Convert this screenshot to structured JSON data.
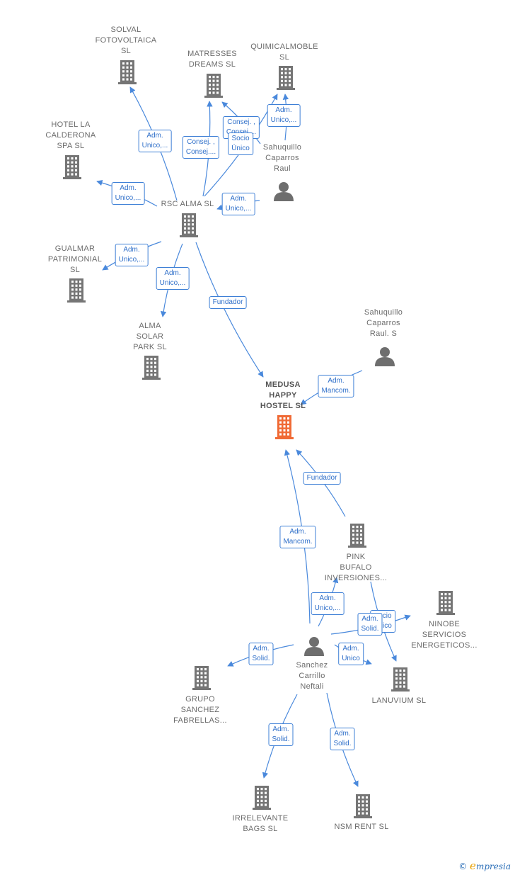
{
  "colors": {
    "edge": "#4a89dc",
    "company": "#757575",
    "focus": "#f06a35",
    "person": "#6e6e6e"
  },
  "nodes": [
    {
      "id": "solval",
      "label": "SOLVAL\nFOTOVOLTAICA\nSL",
      "type": "company"
    },
    {
      "id": "matresses",
      "label": "MATRESSES\nDREAMS  SL",
      "type": "company"
    },
    {
      "id": "quimical",
      "label": "QUIMICALMOBLE\nSL",
      "type": "company"
    },
    {
      "id": "hotel",
      "label": "HOTEL LA\nCALDERONA\nSPA  SL",
      "type": "company"
    },
    {
      "id": "sahuquillo1",
      "label": "Sahuquillo\nCaparros\nRaul",
      "type": "person"
    },
    {
      "id": "rsc",
      "label": "RSC ALMA  SL",
      "type": "company"
    },
    {
      "id": "gualmar",
      "label": "GUALMAR\nPATRIMONIAL\nSL",
      "type": "company"
    },
    {
      "id": "alma",
      "label": "ALMA\nSOLAR\nPARK  SL",
      "type": "company"
    },
    {
      "id": "sahuquillo2",
      "label": "Sahuquillo\nCaparros\nRaul.  S",
      "type": "person"
    },
    {
      "id": "medusa",
      "label": "MEDUSA\nHAPPY\nHOSTEL  SL",
      "type": "focus"
    },
    {
      "id": "pink",
      "label": "PINK\nBUFALO\nINVERSIONES...",
      "type": "company"
    },
    {
      "id": "ninobe",
      "label": "NINOBE\nSERVICIOS\nENERGETICOS...",
      "type": "company"
    },
    {
      "id": "sanchez",
      "label": "Sanchez\nCarrillo\nNeftali",
      "type": "person"
    },
    {
      "id": "grupo",
      "label": "GRUPO\nSANCHEZ\nFABRELLAS...",
      "type": "company"
    },
    {
      "id": "lanuvium",
      "label": "LANUVIUM SL",
      "type": "company"
    },
    {
      "id": "irrelevante",
      "label": "IRRELEVANTE\nBAGS  SL",
      "type": "company"
    },
    {
      "id": "nsm",
      "label": "NSM RENT  SL",
      "type": "company"
    }
  ],
  "edges": [
    {
      "from": "rsc",
      "to": "solval",
      "label": "Adm.\nUnico,..."
    },
    {
      "from": "rsc",
      "to": "matresses",
      "label": "Consej. ,\nConsej...."
    },
    {
      "from": "rsc",
      "to": "quimical",
      "label": "Consej. ,\nConsej...."
    },
    {
      "from": "sahuquillo1",
      "to": "matresses",
      "label": "Socio\nÚnico"
    },
    {
      "from": "sahuquillo1",
      "to": "quimical",
      "label": "Adm.\nUnico,..."
    },
    {
      "from": "rsc",
      "to": "hotel",
      "label": "Adm.\nUnico,..."
    },
    {
      "from": "sahuquillo1",
      "to": "rsc",
      "label": "Adm.\nUnico,..."
    },
    {
      "from": "rsc",
      "to": "gualmar",
      "label": "Adm.\nUnico,..."
    },
    {
      "from": "rsc",
      "to": "alma",
      "label": "Adm.\nUnico,..."
    },
    {
      "from": "rsc",
      "to": "medusa",
      "label": "Fundador"
    },
    {
      "from": "sahuquillo2",
      "to": "medusa",
      "label": "Adm.\nMancom."
    },
    {
      "from": "pink",
      "to": "medusa",
      "label": "Fundador"
    },
    {
      "from": "sanchez",
      "to": "medusa",
      "label": "Adm.\nMancom."
    },
    {
      "from": "sanchez",
      "to": "pink",
      "label": "Adm.\nUnico,..."
    },
    {
      "from": "pink",
      "to": "lanuvium",
      "label": "Socio\nÚnico"
    },
    {
      "from": "sanchez",
      "to": "ninobe",
      "label": "Adm.\nSolid."
    },
    {
      "from": "sanchez",
      "to": "lanuvium",
      "label": "Adm.\nUnico"
    },
    {
      "from": "sanchez",
      "to": "grupo",
      "label": "Adm.\nSolid."
    },
    {
      "from": "sanchez",
      "to": "irrelevante",
      "label": "Adm.\nSolid."
    },
    {
      "from": "sanchez",
      "to": "nsm",
      "label": "Adm.\nSolid."
    }
  ],
  "brand": {
    "copyright": "©",
    "initial": "e",
    "name": "mpresia"
  }
}
